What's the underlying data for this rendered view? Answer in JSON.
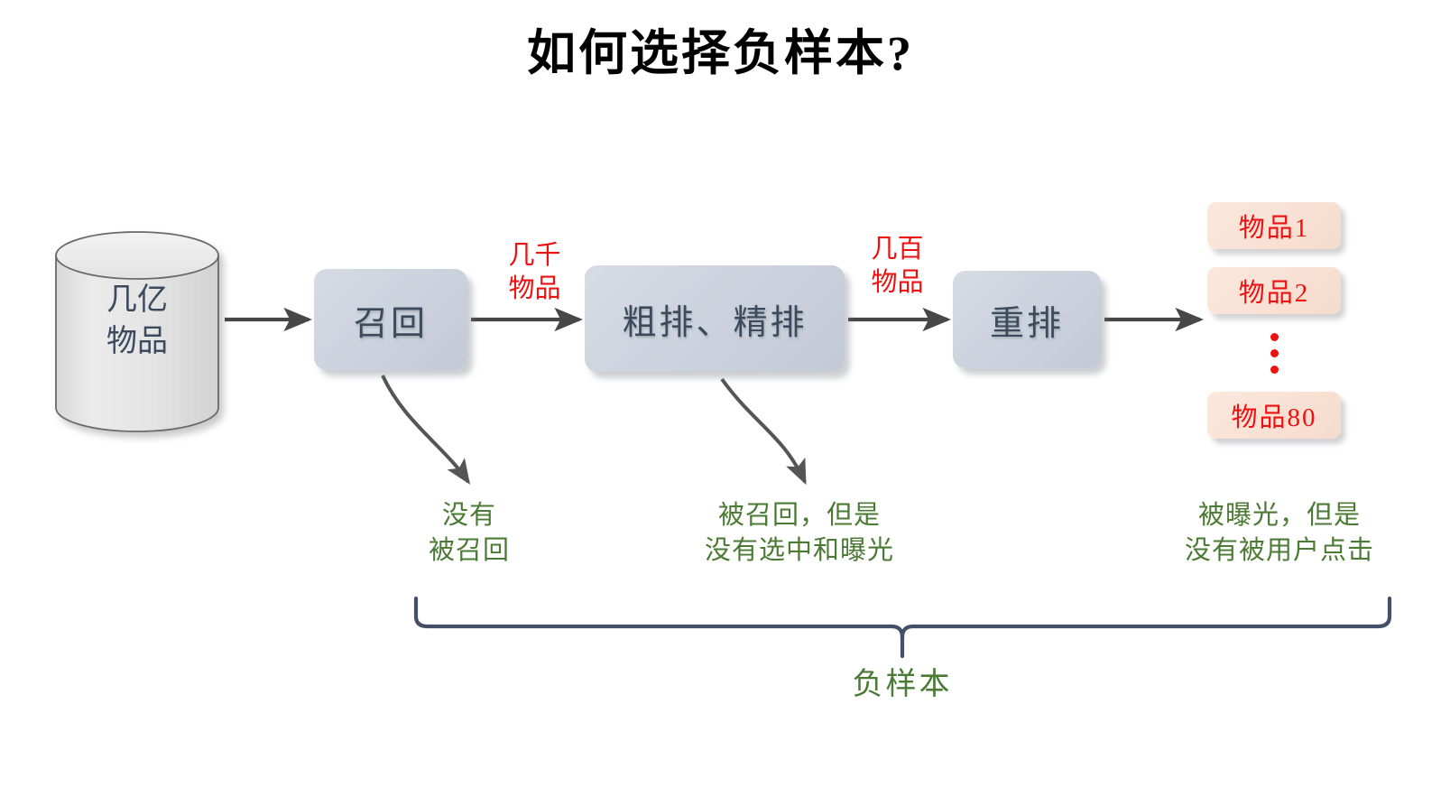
{
  "title": "如何选择负样本?",
  "colors": {
    "title_text": "#000000",
    "box_fill": "#ccd2dd",
    "box_text": "#3c4a5e",
    "item_fill": "#f8e0d3",
    "item_text": "#ee1111",
    "flow_label": "#ee1111",
    "note_text": "#4b7a35",
    "arrow": "#474747",
    "brace": "#445068",
    "cylinder_fill": "#e7e7e7",
    "background": "#ffffff"
  },
  "source": {
    "label": "几亿\n物品",
    "shape": "cylinder-database"
  },
  "pipeline": {
    "stages": [
      {
        "id": "recall",
        "label": "召回"
      },
      {
        "id": "rank",
        "label": "粗排、精排"
      },
      {
        "id": "rerank",
        "label": "重排"
      }
    ],
    "flow_labels": [
      {
        "id": "thousands",
        "label": "几千\n物品"
      },
      {
        "id": "hundreds",
        "label": "几百\n物品"
      }
    ]
  },
  "results": {
    "items": [
      {
        "id": "item-1",
        "label": "物品1"
      },
      {
        "id": "item-2",
        "label": "物品2"
      },
      {
        "id": "item-80",
        "label": "物品80"
      }
    ],
    "ellipsis": "⋮"
  },
  "notes": [
    {
      "id": "not-recalled",
      "label": "没有\n被召回"
    },
    {
      "id": "recalled-not-exposed",
      "label": "被召回，但是\n没有选中和曝光"
    },
    {
      "id": "exposed-not-clicked",
      "label": "被曝光，但是\n没有被用户点击"
    }
  ],
  "brace": {
    "label": "负样本"
  }
}
